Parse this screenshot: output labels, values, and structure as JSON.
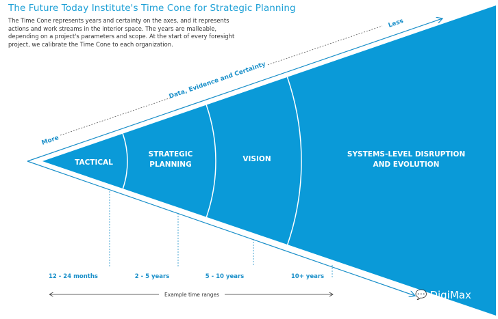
{
  "header": {
    "title": "The Future Today Institute's Time Cone for Strategic Planning",
    "description": "The Time Cone represents years and certainty on the axes, and it represents actions and work streams in the interior space. The years are malleable, depending on a project's parameters and scope. At the start of every foresight project, we calibrate the Time Cone to each organization."
  },
  "axis": {
    "more": "More",
    "less": "Less",
    "label": "Data, Evidence and Certainty"
  },
  "zones": [
    {
      "line1": "TACTICAL"
    },
    {
      "line1": "STRATEGIC",
      "line2": "PLANNING"
    },
    {
      "line1": "VISION"
    },
    {
      "line1": "SYSTEMS-LEVEL DISRUPTION",
      "line2": "AND EVOLUTION"
    }
  ],
  "time_ranges": [
    "12 - 24 months",
    "2 - 5 years",
    "5 - 10 years",
    "10+ years"
  ],
  "time_axis_label": "Example time ranges",
  "watermark": "DigiMax",
  "colors": {
    "cone": "#0a9ad8",
    "accent": "#1a8fc9"
  }
}
